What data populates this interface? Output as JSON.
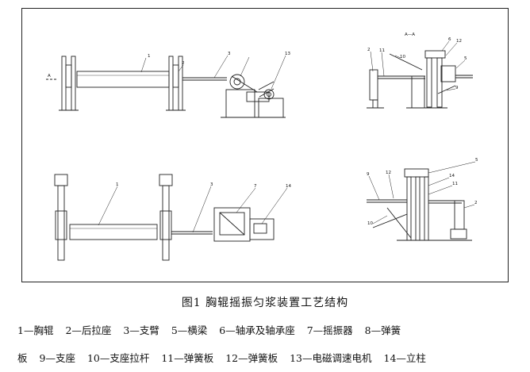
{
  "figure": {
    "caption": "图1  胸辊摇振匀浆装置工艺结构",
    "legend_line1": [
      "1—胸辊",
      "2—后拉座",
      "3—支臂",
      "5—横梁",
      "6—轴承及轴承座",
      "7—摇振器",
      "8—弹簧"
    ],
    "legend_line2": [
      "板",
      "9—支座",
      "10—支座拉杆",
      "11—弹簧板",
      "12—弹簧板",
      "13—电磁调速电机",
      "14—立柱"
    ]
  },
  "callouts": {
    "top_front": [
      "1",
      "2",
      "3",
      "13",
      "A"
    ],
    "top_side": [
      "A—A",
      "2",
      "11",
      "10",
      "6",
      "12",
      "5",
      "9"
    ],
    "bottom_plan": [
      "1",
      "3",
      "7",
      "14"
    ],
    "bottom_side": [
      "5",
      "9",
      "12",
      "14",
      "11",
      "10",
      "2"
    ]
  }
}
